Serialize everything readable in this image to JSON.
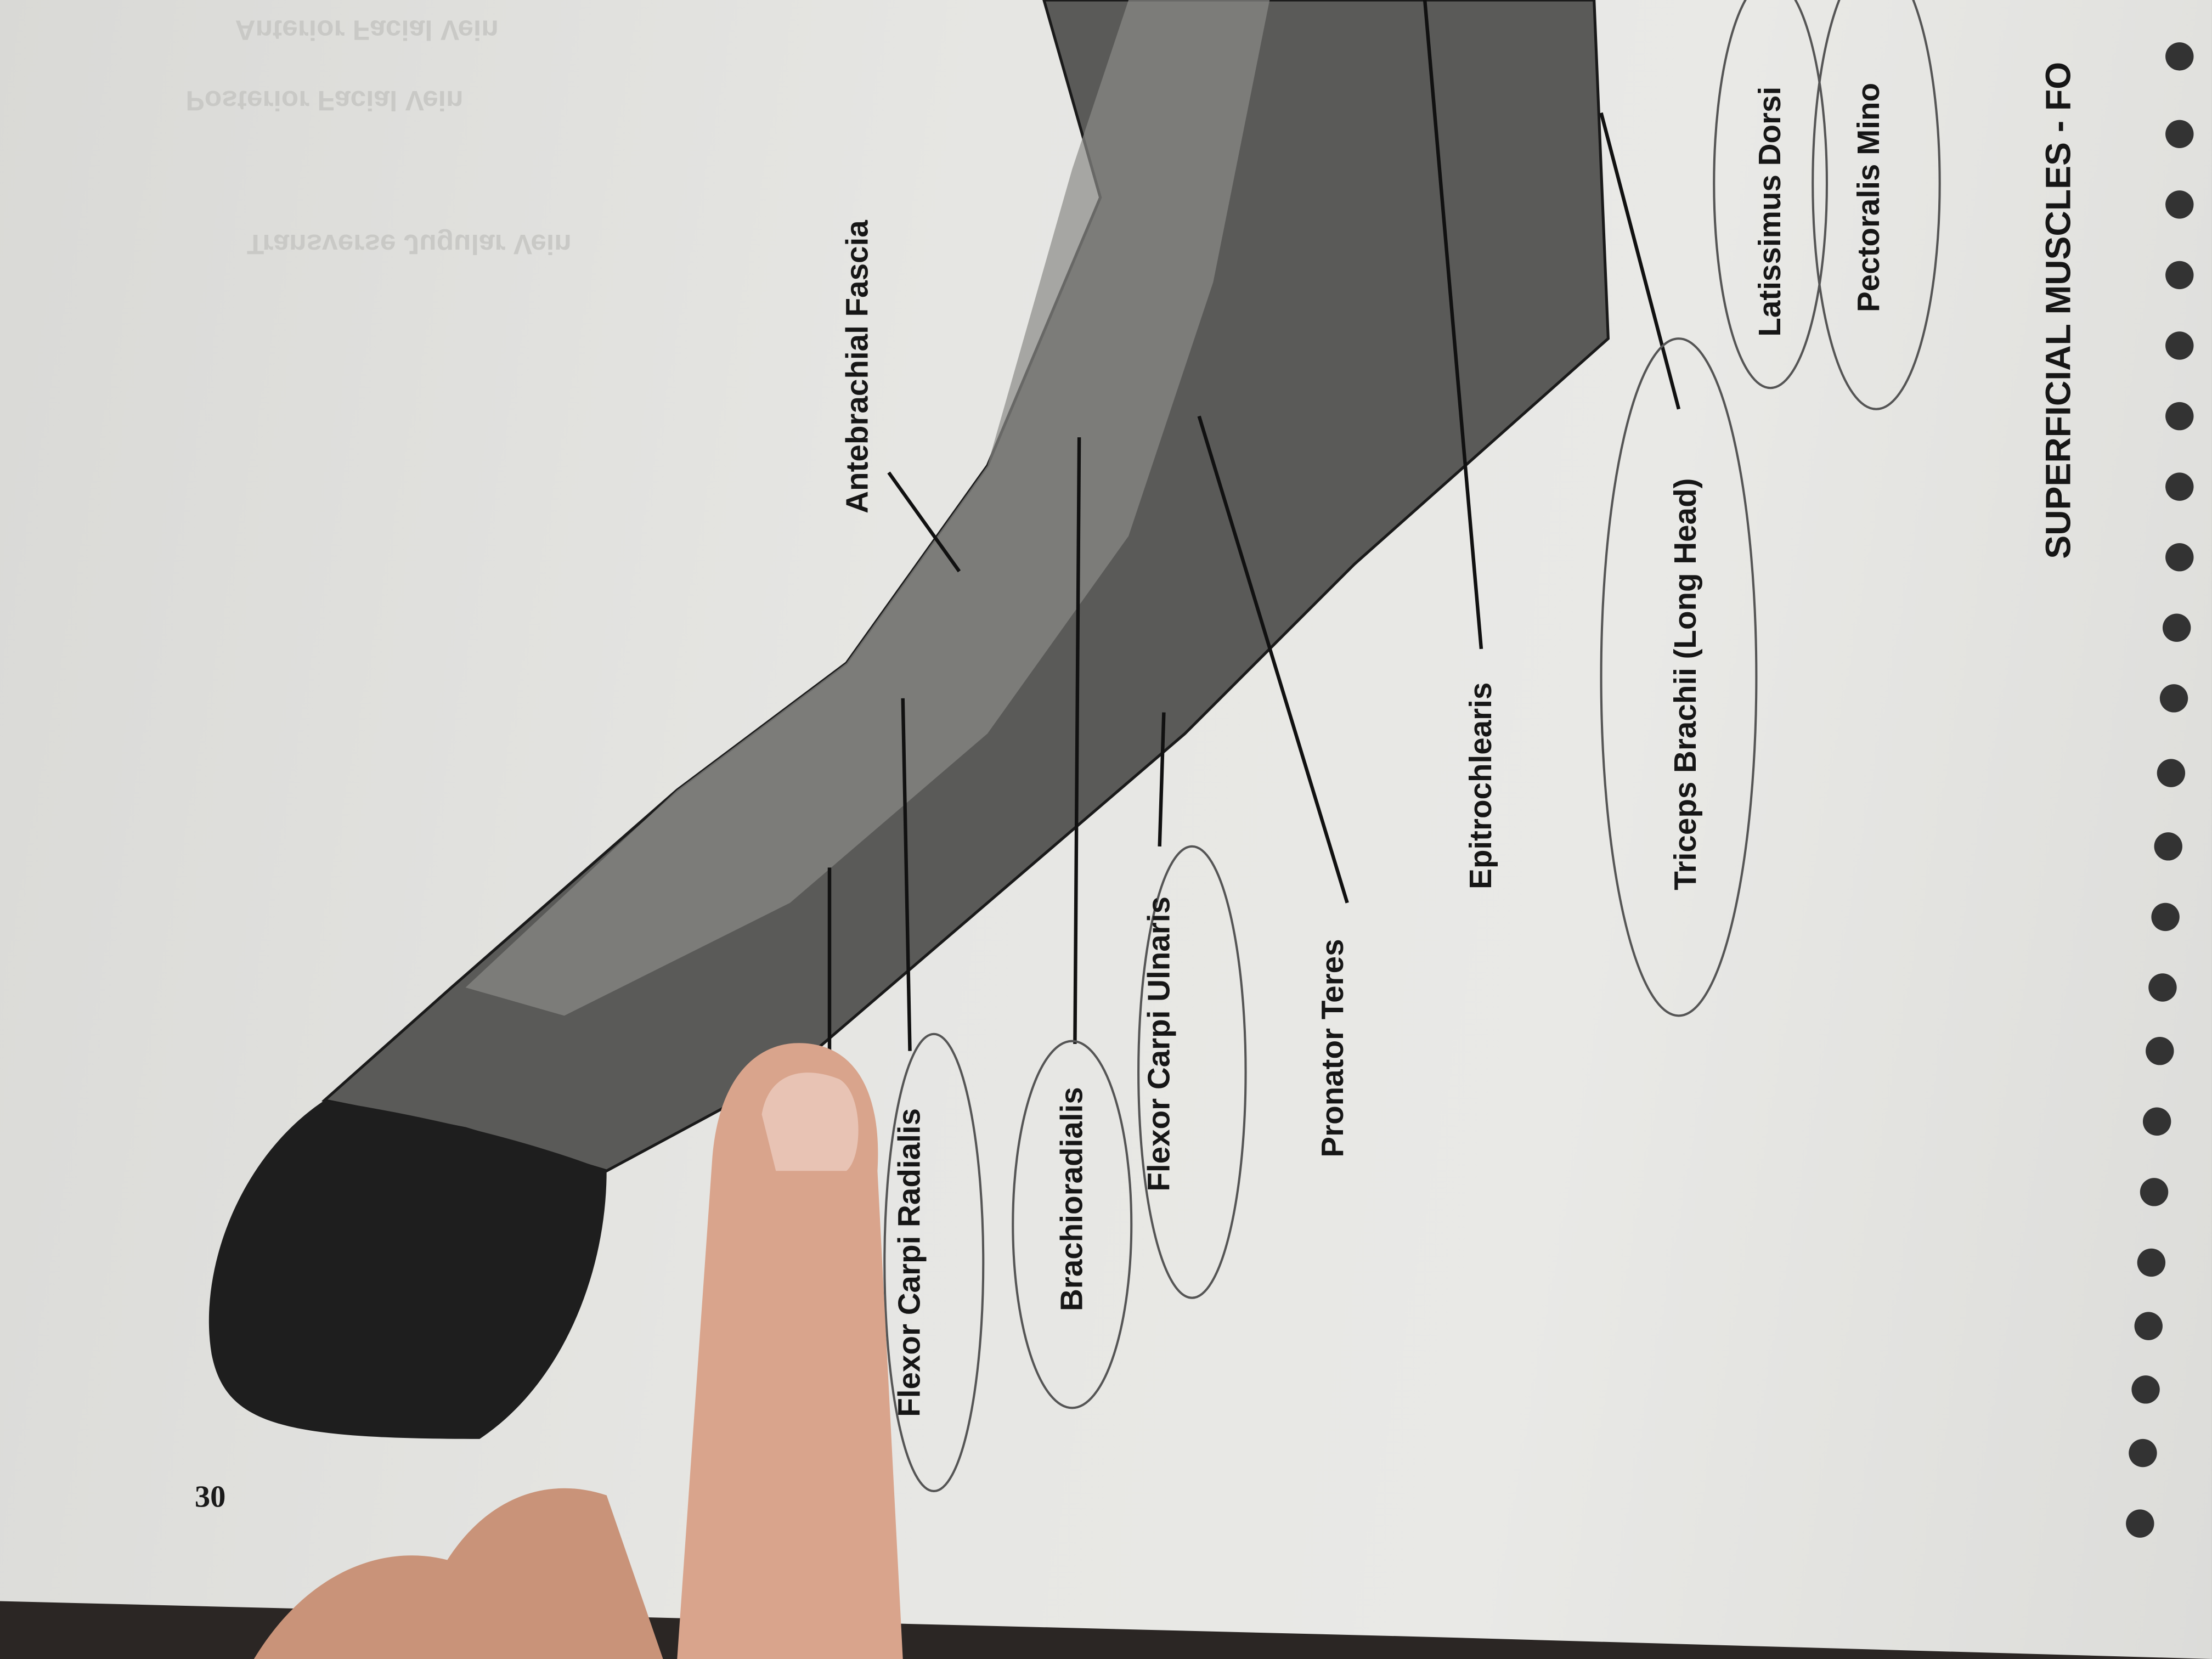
{
  "page": {
    "page_number": "30",
    "heading": "SUPERFICIAL MUSCLES - FO",
    "labels": {
      "antebrachial_fascia": "Antebrachial Fascia",
      "flexor_carpi_radialis": "Flexor Carpi Radialis",
      "brachioradialis": "Brachioradialis",
      "flexor_carpi_ulnaris": "Flexor Carpi Ulnaris",
      "pronator_teres": "Pronator Teres",
      "epitrochlearis": "Epitrochlearis",
      "triceps_brachii": "Triceps Brachii (Long Head)",
      "latissimus_dorsi": "Latissimus Dorsi",
      "pectoralis_minor": "Pectoralis Mino"
    },
    "bleed_through": {
      "anterior_facial_vein": "Anterior Facial Vein",
      "posterior_facial_vein": "Posterior Facial Vein",
      "transverse_jugular_vein": "Transverse Jugular Vein"
    }
  }
}
